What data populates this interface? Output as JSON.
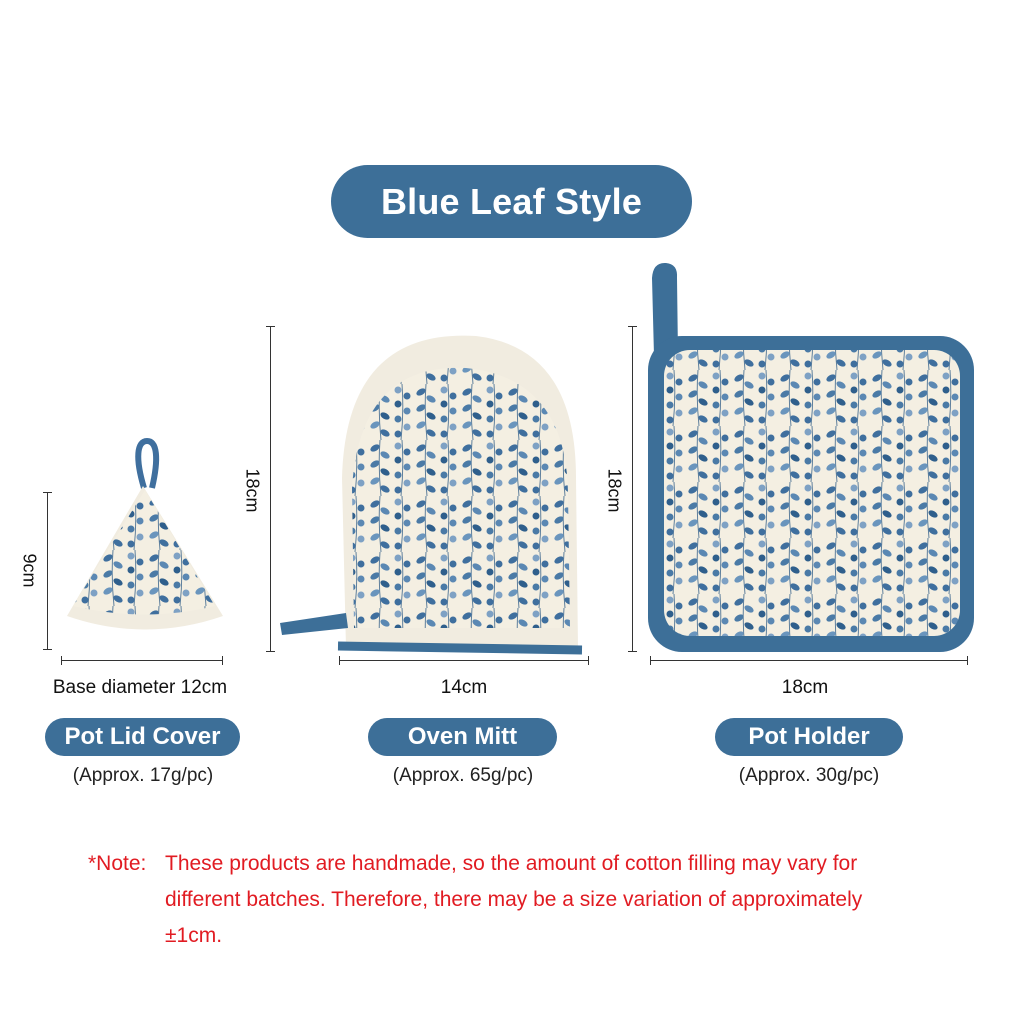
{
  "title": "Blue Leaf Style",
  "products": [
    {
      "name": "Pot Lid Cover",
      "weight": "(Approx. 17g/pc)",
      "height": "9cm",
      "width": "Base diameter 12cm"
    },
    {
      "name": "Oven Mitt",
      "weight": "(Approx. 65g/pc)",
      "height": "18cm",
      "width": "14cm"
    },
    {
      "name": "Pot Holder",
      "weight": "(Approx. 30g/pc)",
      "height": "18cm",
      "width": "18cm"
    }
  ],
  "note": {
    "prefix": "*Note:",
    "line1": "These products are handmade, so the amount of cotton filling may vary for",
    "line2": "different batches. Therefore, there may be a size variation of approximately",
    "line3": "±1cm."
  },
  "colors": {
    "accent": "#3d6f98",
    "leaf": "#3f6f9e",
    "fabric": "#f4efe2",
    "note": "#e11b22"
  }
}
